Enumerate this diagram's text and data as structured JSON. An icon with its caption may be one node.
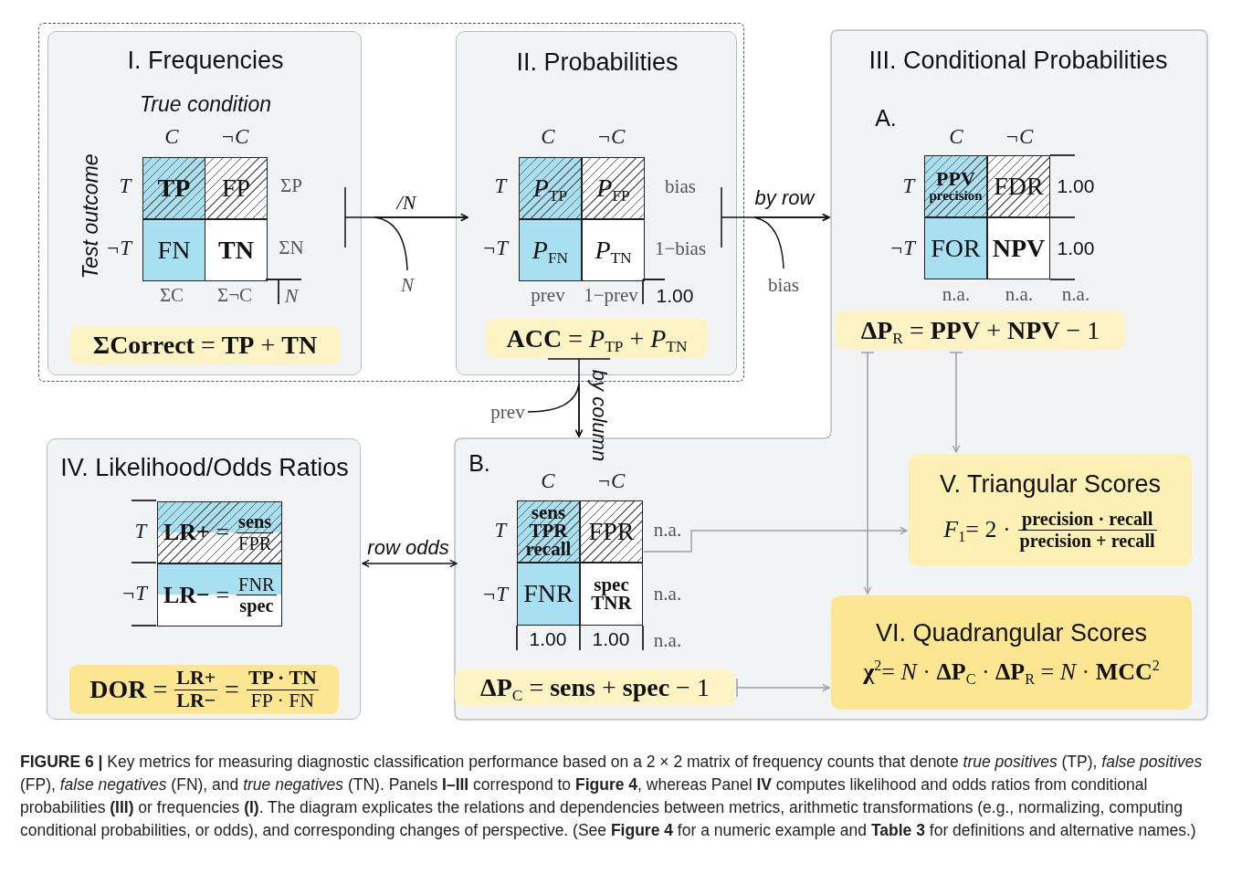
{
  "diagram": {
    "caption": "**FIGURE 6 |** Key metrics for measuring diagnostic classification performance based on a 2 × 2 matrix of frequency counts that denote *true positives* (TP), *false positives* (FP), *false negatives* (FN), and *true negatives* (TN). Panels **I–III** correspond to **Figure 4**, whereas Panel **IV** computes likelihood and odds ratios from conditional probabilities **(III)** or frequencies **(I)**. The diagram explicates the relations and dependencies between metrics, arithmetic transformations (e.g., normalizing, computing conditional probabilities, or odds), and corresponding changes of perspective. (See **Figure 4** for a numeric example and **Table 3** for definitions and alternative names.)",
    "nodes": [
      {
        "text": [],
        "shape": "box"
      },
      {
        "text": [
          "I. Frequencies"
        ],
        "in": 0
      },
      {
        "text": [
          "TP"
        ],
        "in": 1
      },
      {
        "text": [
          "FP"
        ],
        "in": 1
      },
      {
        "text": [
          "FN"
        ],
        "in": 1
      },
      {
        "text": [
          "TN"
        ],
        "in": 1
      },
      {
        "text": [
          "**ΣCorrect** = **TP** + **TN**"
        ],
        "in": 1
      },
      {
        "text": [
          "II. Probabilities"
        ],
        "in": 0
      },
      {
        "text": [
          "*P*$_{TP}$"
        ],
        "in": 7
      },
      {
        "text": [
          "*P*$_{FP}$"
        ],
        "in": 7
      },
      {
        "text": [
          "*P*$_{FN}$"
        ],
        "in": 7
      },
      {
        "text": [
          "*P*$_{TN}$"
        ],
        "in": 7
      },
      {
        "text": [
          "**ACC** = *P*$_{TP}$ + *P*$_{TN}$"
        ],
        "in": 7
      },
      {
        "text": [
          "III. Conditional Probabilities"
        ]
      },
      {
        "text": [
          "PPV",
          "precision"
        ],
        "in": 13
      },
      {
        "text": [
          "FDR"
        ],
        "in": 13
      },
      {
        "text": [
          "FOR"
        ],
        "in": 13
      },
      {
        "text": [
          "NPV"
        ],
        "in": 13
      },
      {
        "text": [
          "**ΔP**$_{R}$ = **PPV** + **NPV** − 1"
        ],
        "in": 13
      },
      {
        "text": [
          "sens",
          "TPR",
          "recall"
        ],
        "in": 13
      },
      {
        "text": [
          "FPR"
        ],
        "in": 13
      },
      {
        "text": [
          "FNR"
        ],
        "in": 13
      },
      {
        "text": [
          "spec",
          "TNR"
        ],
        "in": 13
      },
      {
        "text": [
          "**ΔP**$_{C}$ = **sens** + **spec** − 1"
        ],
        "in": 13
      },
      {
        "text": [
          "V. Triangular Scores",
          "*F*$_{1}$= 2 ·",
          "precision · recall",
          "precision + recall"
        ],
        "in": 13
      },
      {
        "text": [
          "VI. Quadrangular Scores",
          "**χ**$^{2}$= *N* · **ΔP**$_{C}$ · **ΔP**$_{R}$ = *N* · **MCC**$^{2}$"
        ],
        "in": 13
      },
      {
        "text": [
          "IV. Likelihood/Odds Ratios"
        ]
      },
      {
        "text": [
          "**LR+** =",
          "sens",
          "FPR"
        ],
        "in": 26
      },
      {
        "text": [
          "**LR−** =",
          "FNR",
          "spec"
        ],
        "in": 26
      },
      {
        "text": [
          "**DOR** =",
          "LR+",
          "LR−",
          "=",
          "TP · TN",
          "FP · FN"
        ],
        "in": 26
      },
      {
        "text": [
          "N"
        ],
        "in": 0
      },
      {
        "text": [
          "bias"
        ]
      },
      {
        "text": [
          "prev"
        ]
      }
    ],
    "edges": [
      {
        "from": 1,
        "to": 7,
        "arrow": "to",
        "label": "/N",
        "color": "#111111"
      },
      {
        "from": 7,
        "to": 13,
        "arrow": "to",
        "label": "by row",
        "color": "#111111"
      },
      {
        "from": 12,
        "to": 13,
        "arrow": "to",
        "label": "by column",
        "color": "#111111"
      },
      {
        "from": 26,
        "to": 13,
        "arrow": "both",
        "label": "row odds",
        "color": "#111111"
      },
      {
        "from": 18,
        "to": 25,
        "arrow": "to",
        "color": "#9aa0a6"
      },
      {
        "from": 18,
        "to": 24,
        "arrow": "to",
        "color": "#9aa0a6"
      },
      {
        "from": 20,
        "to": 24,
        "arrow": "to",
        "color": "#9aa0a6"
      },
      {
        "from": 23,
        "to": 25,
        "arrow": "to",
        "color": "#9aa0a6"
      },
      {
        "from": 30,
        "to": 7,
        "arrow": "to",
        "color": "#111111"
      },
      {
        "from": 31,
        "to": 13,
        "arrow": "to",
        "color": "#111111"
      },
      {
        "from": 32,
        "to": 13,
        "arrow": "to",
        "color": "#111111"
      }
    ],
    "labels": [
      "True condition",
      "C",
      "¬C",
      "Test outcome",
      "T",
      "ΣP",
      "¬T",
      "ΣN",
      "ΣC",
      "Σ¬C",
      "N",
      "C",
      "¬C",
      "T",
      "bias",
      "¬T",
      "1−bias",
      "prev",
      "1−prev",
      "1.00",
      "A.",
      "C",
      "¬C",
      "T",
      "1.00",
      "¬T",
      "1.00",
      "n.a.",
      "n.a.",
      "n.a.",
      "B.",
      "C",
      "¬C",
      "T",
      "n.a.",
      "¬T",
      "n.a.",
      "1.00",
      "1.00",
      "n.a.",
      "T",
      "¬T"
    ]
  }
}
